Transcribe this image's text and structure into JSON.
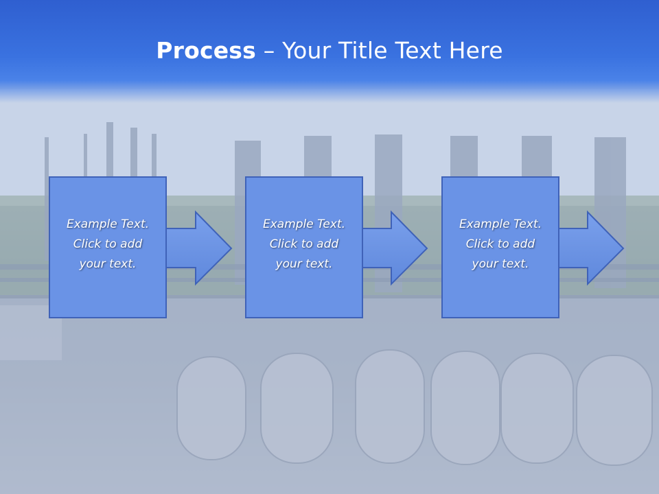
{
  "slide": {
    "title_bold": "Process",
    "title_dash": " – ",
    "title_rest": "Your Title Text Here"
  },
  "steps": [
    {
      "line1": "Example Text.",
      "line2": "Click  to add",
      "line3": "your text."
    },
    {
      "line1": "Example Text.",
      "line2": "Click  to add",
      "line3": "your text."
    },
    {
      "line1": "Example Text.",
      "line2": "Click  to add",
      "line3": "your text."
    }
  ],
  "colors": {
    "header_blue": "#3a72e0",
    "box_fill": "#6a93e6",
    "box_border": "#3f62b8",
    "text": "#ffffff"
  },
  "icons": {
    "step_arrow": "right-arrow-icon"
  }
}
